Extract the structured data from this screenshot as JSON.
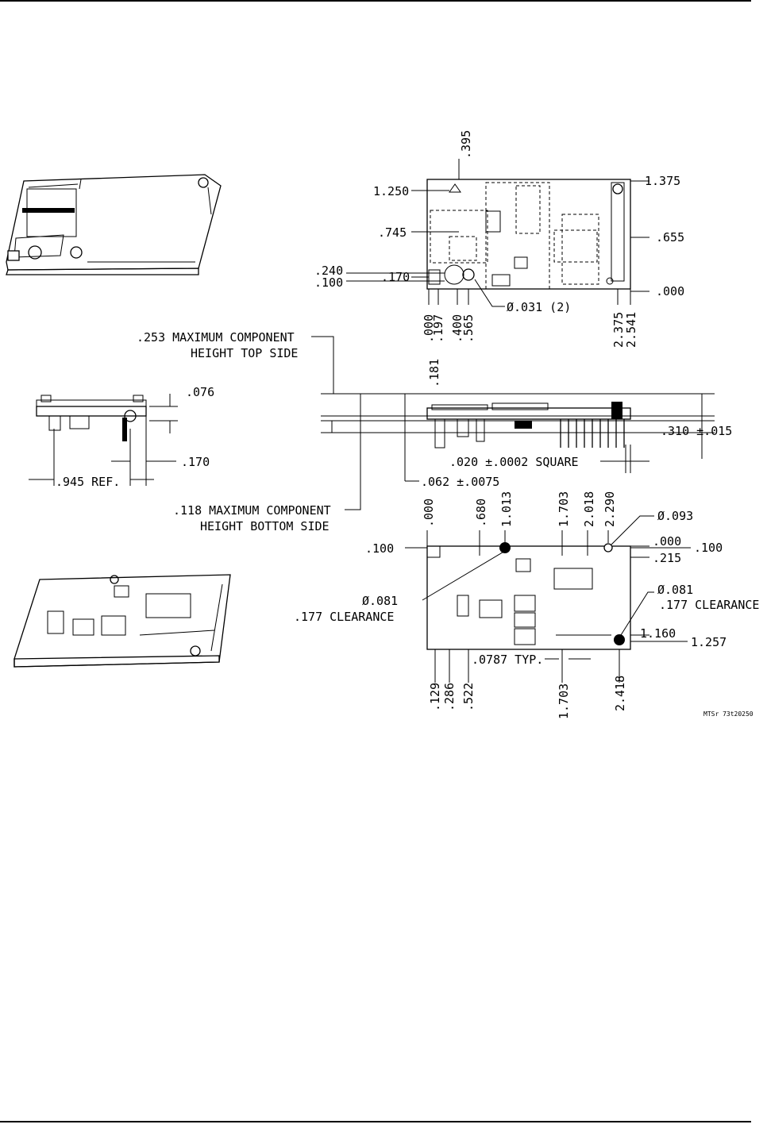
{
  "top_view": {
    "dims_left": [
      ".395",
      "1.250",
      ".745",
      ".240",
      ".100",
      ".170"
    ],
    "dims_right": [
      "1.375",
      ".655",
      ".000"
    ],
    "dims_bottom": [
      ".000",
      ".197",
      ".400",
      ".565",
      ".181",
      "2.375",
      "2.541"
    ],
    "hole_callout": "Ø.031 (2)"
  },
  "side_view": {
    "top_height_note_1": ".253 MAXIMUM COMPONENT",
    "top_height_note_2": "HEIGHT TOP SIDE",
    "bottom_height_note_1": ".118 MAXIMUM COMPONENT",
    "bottom_height_note_2": "HEIGHT BOTTOM SIDE",
    "board_thickness": ".062 ±.0075",
    "pin_square": ".020 ±.0002 SQUARE",
    "total_height": ".310 ±.015"
  },
  "end_view": {
    "d1": ".076",
    "d2": ".170",
    "d3": ".945 REF."
  },
  "bottom_view": {
    "dims_top": [
      ".000",
      ".680",
      "1.013",
      "1.703",
      "2.018",
      "2.290"
    ],
    "hole_dia_top": "Ø.093",
    "dims_right_1": [
      ".000",
      ".100",
      ".215"
    ],
    "dim_left": ".100",
    "mount_callout_left_1": "Ø.081",
    "mount_callout_left_2": ".177 CLEARANCE",
    "mount_callout_right_1": "Ø.081",
    "mount_callout_right_2": ".177 CLEARANCE",
    "dims_right_2": [
      "1.160",
      "1.257"
    ],
    "pitch": ".0787 TYP.",
    "dims_bottom": [
      ".129",
      ".286",
      ".522",
      "1.703",
      "2.418"
    ]
  },
  "drawing_ref": "MTSr 73t20250"
}
